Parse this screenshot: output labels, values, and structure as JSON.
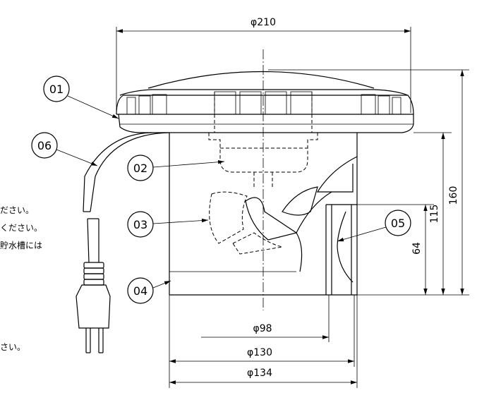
{
  "dimensions": {
    "d210": "φ210",
    "d98": "φ98",
    "d130": "φ130",
    "d134": "φ134",
    "h160": "160",
    "h115": "115",
    "h64": "64"
  },
  "callouts": [
    {
      "label": "01"
    },
    {
      "label": "02"
    },
    {
      "label": "03"
    },
    {
      "label": "05"
    },
    {
      "label": "04"
    },
    {
      "label": "06"
    }
  ],
  "notes": [
    "ださい。",
    "ください。",
    "貯水槽には",
    "さい。"
  ]
}
